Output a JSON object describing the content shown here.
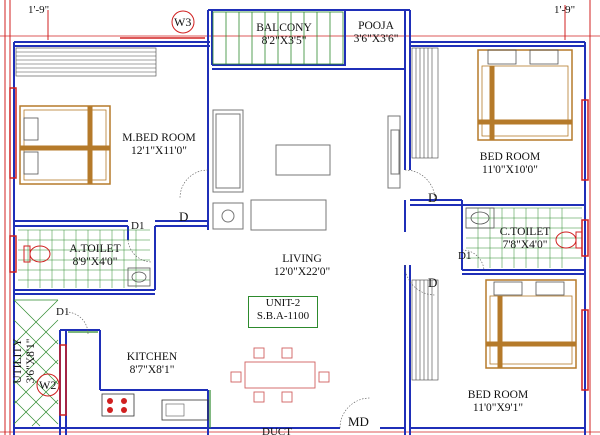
{
  "dimensions": {
    "top_left": "1'-9\"",
    "top_right": "1'-9\""
  },
  "windows": {
    "w3": "W3",
    "w2": "W2"
  },
  "rooms": {
    "balcony": {
      "name": "BALCONY",
      "size": "8'2\"X3'5\""
    },
    "pooja": {
      "name": "POOJA",
      "size": "3'6\"X3'6\""
    },
    "master_bedroom": {
      "name": "M.BED ROOM",
      "size": "12'1\"X11'0\""
    },
    "bedroom_1": {
      "name": "BED ROOM",
      "size": "11'0\"X10'0\""
    },
    "living": {
      "name": "LIVING",
      "size": "12'0\"X22'0\""
    },
    "a_toilet": {
      "name": "A.TOILET",
      "size": "8'9\"X4'0\""
    },
    "c_toilet": {
      "name": "C.TOILET",
      "size": "7'8\"X4'0\""
    },
    "kitchen": {
      "name": "KITCHEN",
      "size": "8'7\"X8'1\""
    },
    "utility": {
      "name": "UTILITY",
      "size": "3'6\"X8'1\""
    },
    "bedroom_2": {
      "name": "BED ROOM",
      "size": "11'0\"X9'1\""
    }
  },
  "unit": {
    "line1": "UNIT-2",
    "line2": "S.B.A-1100"
  },
  "doors": {
    "d": "D",
    "d1": "D1",
    "md": "MD"
  },
  "bottom_label": "DUCT",
  "colors": {
    "wall": "#1f2fb8",
    "wall_red": "#d02020",
    "furniture": "#b57a2a",
    "green": "#2d8a2d",
    "grey": "#777777"
  }
}
